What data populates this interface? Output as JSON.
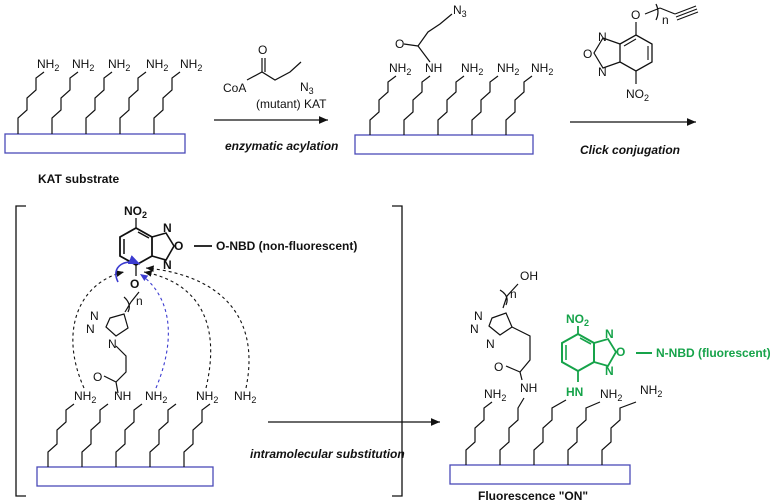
{
  "labels": {
    "nh2": "NH",
    "two": "2",
    "nh": "NH",
    "hn": "HN",
    "n3": "N",
    "three": "3",
    "coa": "CoA",
    "o": "O",
    "oh": "OH",
    "n": "N",
    "no": "NO",
    "n_sub": "n",
    "substrate": "KAT substrate",
    "enzyme": "(mutant) KAT",
    "step1": "enzymatic acylation",
    "step2": "Click conjugation",
    "step3": "intramolecular substitution",
    "onbd": "O-NBD (non-fluorescent)",
    "nnbd": "N-NBD (fluorescent)",
    "fluor": "Fluorescence \"ON\""
  },
  "colors": {
    "surface": "#4a4ab8",
    "green": "#16a34a",
    "blue_arrow": "#3b3bd0",
    "black": "#111111"
  }
}
